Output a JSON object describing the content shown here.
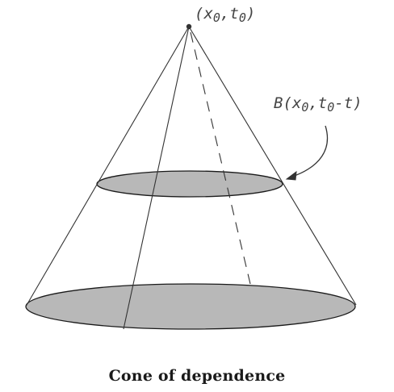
{
  "apex_label": {
    "open": "(x",
    "sub1": "0",
    "mid": ",t",
    "sub2": "0",
    "close": ")"
  },
  "ball_label": {
    "open": "B(x",
    "sub1": "0",
    "mid": ",t",
    "sub2": "0",
    "close": "-t)"
  },
  "caption": "Cone of dependence",
  "colors": {
    "ellipse_fill": "#b8b8b8",
    "ellipse_stroke": "#1a1a1a",
    "line": "#333333",
    "label": "#444444",
    "caption": "#1a1a1a"
  }
}
